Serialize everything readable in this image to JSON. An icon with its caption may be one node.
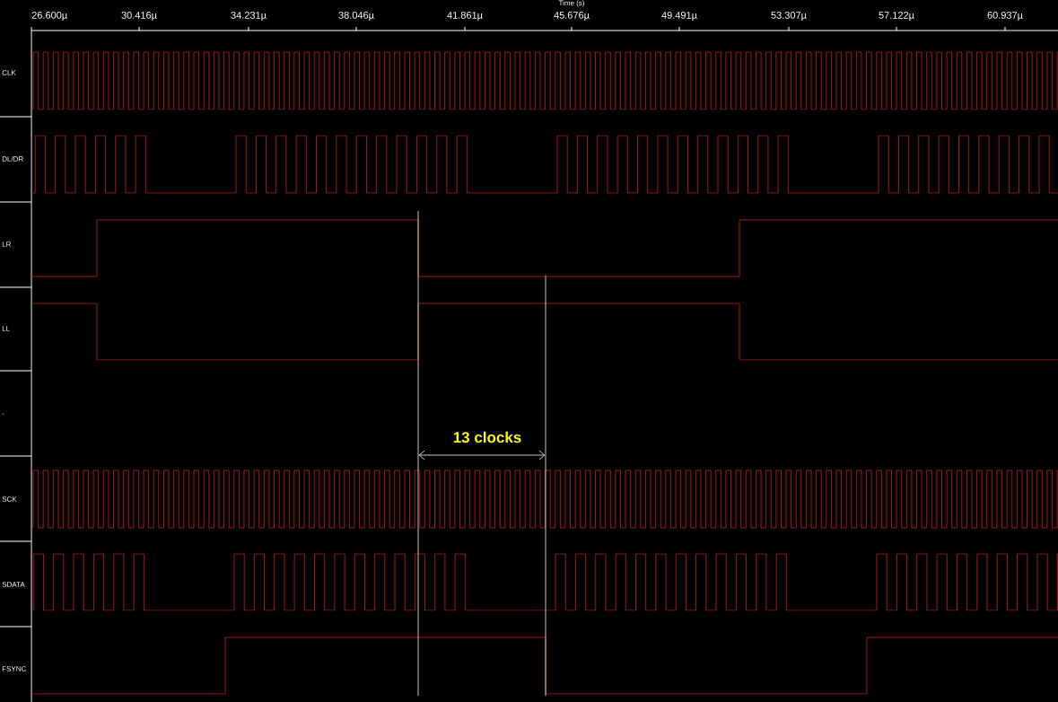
{
  "diagram": {
    "labels": [
      "Time (s)",
      "26.600µ",
      "30.416µ",
      "34.231µ",
      "38.046µ",
      "41.861µ",
      "45.676µ",
      "49.491µ",
      "53.307µ",
      "57.122µ",
      "60.937µ",
      "CLK",
      "DL/DR",
      "LR",
      "LL",
      "-",
      "13 clocks",
      "SCK",
      "SDATA",
      "FSYNC"
    ]
  }
}
